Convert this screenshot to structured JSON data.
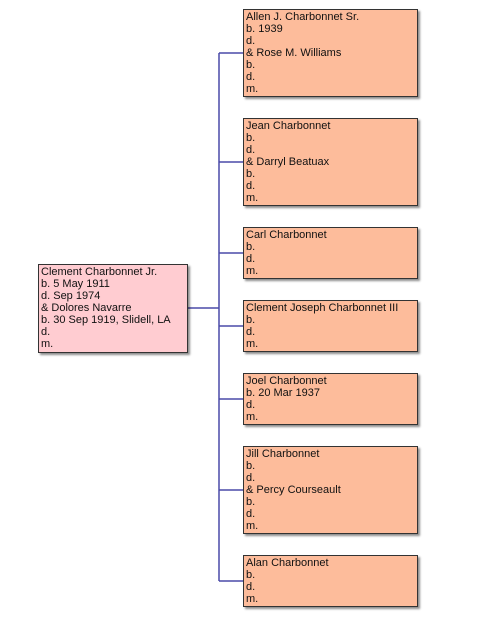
{
  "colors": {
    "parent_fill": "#ffccd1",
    "child_fill": "#fdbc9b",
    "connector": "#4a4aa8"
  },
  "parent": {
    "lines": [
      "Clement Charbonnet Jr.",
      "b. 5 May 1911",
      "d. Sep 1974",
      "& Dolores Navarre",
      "b. 30 Sep 1919, Slidell, LA",
      "d.",
      "m."
    ]
  },
  "children": [
    {
      "lines": [
        "Allen J. Charbonnet Sr.",
        "b. 1939",
        "d.",
        "& Rose M. Williams",
        "b.",
        "d.",
        "m."
      ]
    },
    {
      "lines": [
        "Jean Charbonnet",
        "b.",
        "d.",
        "& Darryl Beatuax",
        "b.",
        "d.",
        "m."
      ]
    },
    {
      "lines": [
        "Carl Charbonnet",
        "b.",
        "d.",
        "m."
      ]
    },
    {
      "lines": [
        "Clement Joseph Charbonnet III",
        "b.",
        "d.",
        "m."
      ]
    },
    {
      "lines": [
        "Joel Charbonnet",
        "b. 20 Mar 1937",
        "d.",
        "m."
      ]
    },
    {
      "lines": [
        "Jill Charbonnet",
        "b.",
        "d.",
        "& Percy Courseault",
        "b.",
        "d.",
        "m."
      ]
    },
    {
      "lines": [
        "Alan Charbonnet",
        "b.",
        "d.",
        "m."
      ]
    }
  ]
}
